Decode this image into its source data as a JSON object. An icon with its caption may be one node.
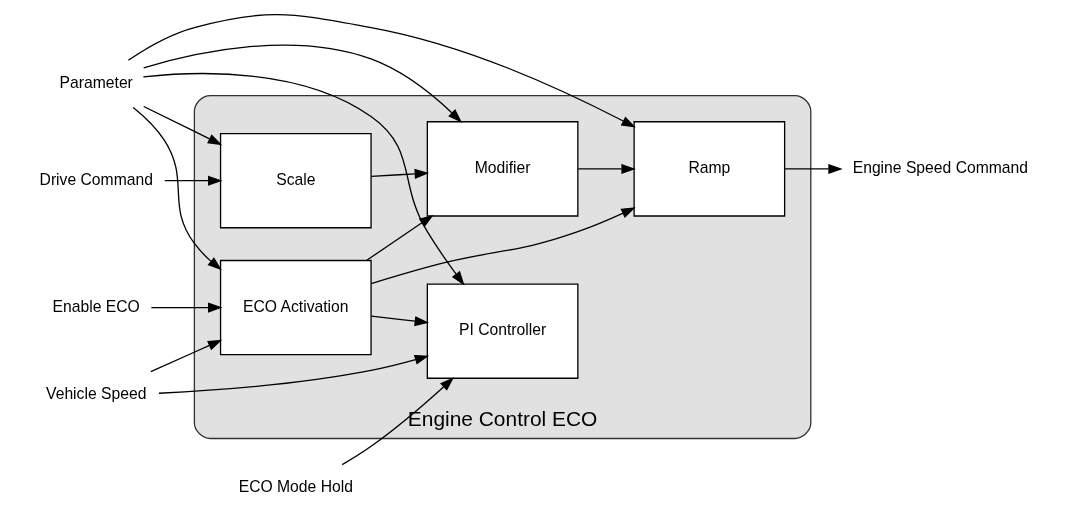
{
  "diagram": {
    "nodes": [
      {
        "text": [
          "Engine Control ECO"
        ]
      },
      {
        "text": [
          "ECO Mode Hold"
        ]
      },
      {
        "text": [
          "Vehicle Speed"
        ]
      },
      {
        "text": [
          "Enable ECO"
        ]
      },
      {
        "text": [
          "Drive Command"
        ]
      },
      {
        "text": [
          "Parameter"
        ]
      },
      {
        "text": [
          "PI Controller"
        ],
        "in": 0
      },
      {
        "text": [
          "ECO Activation"
        ],
        "in": 0
      },
      {
        "text": [
          "Scale"
        ],
        "in": 0
      },
      {
        "text": [
          "Modifier"
        ],
        "in": 0
      },
      {
        "text": [
          "Ramp"
        ],
        "in": 0
      },
      {
        "text": [
          "Engine Speed Command"
        ]
      }
    ],
    "edges": [
      {
        "from": 1,
        "to": 6,
        "arrow": "to"
      },
      {
        "from": 2,
        "to": 6,
        "arrow": "to"
      },
      {
        "from": 5,
        "to": 6,
        "arrow": "to"
      },
      {
        "from": 2,
        "to": 7,
        "arrow": "to"
      },
      {
        "from": 3,
        "to": 7,
        "arrow": "to"
      },
      {
        "from": 5,
        "to": 7,
        "arrow": "to"
      },
      {
        "from": 7,
        "to": 6,
        "arrow": "to"
      },
      {
        "from": 7,
        "to": 9,
        "arrow": "to"
      },
      {
        "from": 7,
        "to": 10,
        "arrow": "to"
      },
      {
        "from": 4,
        "to": 8,
        "arrow": "to"
      },
      {
        "from": 8,
        "to": 9,
        "arrow": "to"
      },
      {
        "from": 9,
        "to": 10,
        "arrow": "to"
      },
      {
        "from": 10,
        "to": 11,
        "arrow": "to"
      },
      {
        "from": 5,
        "to": 8,
        "arrow": "to"
      },
      {
        "from": 5,
        "to": 9,
        "arrow": "to"
      },
      {
        "from": 5,
        "to": 10,
        "arrow": "to"
      }
    ]
  }
}
